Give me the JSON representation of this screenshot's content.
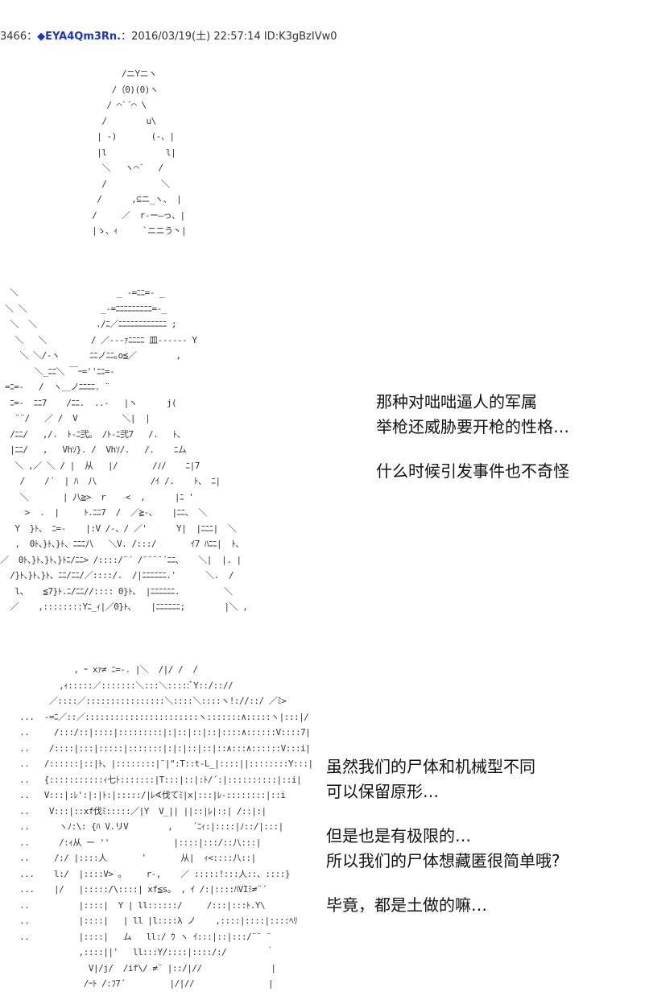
{
  "post": {
    "number": "3466",
    "separator": "：",
    "name_symbol": "◆",
    "name": "EYA4Qm3Rn.",
    "date_label": "：2016/03/19(土) 22:57:14 ID:K3gBzIVw0"
  },
  "art": {
    "figure_1": "       /ニYニヽ\n     /（0)(0)ヽ\n    / ⌒`´⌒ \\\n   /        u\\\n  | -)       (-、|\n  |l            l|\n   ＼   ヽ⌒´   /\n   /           ＼\n  /      ,⊆ニ_ヽ、 |\n /     ／  r‐ー―っ、|\n |ゝ、ｨ     `ニニう丶|",
    "figure_2": "  ＼                    _ -=ﾆﾆ=- _\n ＼ ＼               _-=ﾆﾆﾆﾆﾆﾆﾆﾆﾆ=-_\n  ＼  ＼            ./ﾆ／ﾆﾆﾆﾆﾆﾆﾆﾆﾆﾆﾆﾆ ;\n   ＼   ＼         / ／---ｧﾆﾆﾆﾆ 皿------ Y\n    ＼ ＼/-ヽ      ﾆﾆノﾆﾆ｡o≦／        ,\n       ＼_ﾆﾆ＼ ￣ｰ=''ﾆﾆ=-\n =ﾆ=-   /  ヽ＿ノﾆﾆﾆﾆ. ¨\n  ﾆ=-  ﾆﾆ7    /ﾆﾆ.  ..-   |ヽ      j(\n   ¨¨/   ／ /  V         ＼|  |\n  /ﾆﾆ/   ,/.  ﾄ-ﾆ弐。 /ﾄ-ﾆ弐7   /.   ﾄ、\n  |ﾆﾆ/   ,   Vhｿ}. /  Vhｿ/.   /.    ﾆム\n   ＼ ,／ ＼ / |  从   |/       /ﾉ/    ﾆ|7\n    /    /´  | ﾊ  八           /ｲ /.    ﾄ、 ﾆ|\n    ＼       | 八≧>  r    <  ,      |ﾆ '\n     >  .  |     ﾄ.ﾆﾆ7  /  ／≧-、   |ﾆﾆ、 ＼\n   Y  }ﾄ、 ﾆ=-    |:V /-、/ ／'      Y|  |ﾆﾆﾆ|  ＼\n   ,  0ﾄ、}ﾄ、}ﾄ、ﾆﾆﾆ八   ＼V. /:::/       ｲ7 ﾊﾆﾆ|  ﾄ、\n／  0ﾄ、}ﾄ、}ﾄ、}ﾄﾆ/ﾆﾆ> /::::/¨´ /¨¨¨¨´ﾆﾆ、   ＼|  |. |\n  /}ﾄ、}ﾄ、}ﾄ、ﾆﾆ/ﾆﾆ/／::::/.  /|ﾆﾆﾆﾆﾆﾆ.'      ＼.  /\n   l、   ≦7}ﾄ.ﾆ/ﾆﾆ//:::: 0}ﾄ、 |ﾆﾆﾆﾆﾆﾆ.         ＼\n  ／    ,::::::::Yﾆ_ｨ|／0}ﾄ、   |ﾆﾆﾆﾆﾆﾆ;        |＼ ,",
    "figure_3": "            , ｰ xｧ≠ ﾆ=-. |＼  /|/ /  /\n         ,ｨ:::::／:::::::＼:::＼:::::ﾞY::/:://\n       ／::::／::::::::::::::::＼::::＼::::ヽ!://::/ ／ﾐ>\n ...  -=ﾆ／::／:::::::::::::::::::::::ヽ:::::::∧:::::ヽ|:::|/\n ..     /:::/::|::::|:::::::::|:|::|::|::|::::∧::::::V::::7|\n ..    /::::|:::|:::::|:::::::|:|:|::|::|::∧:::∧::::::V:::i|\n ..   /::::::|::|ﾄ、|::::::::|¨|\":T::t-L_|::::||::::::::Y:::|\n ..   {:::::::::::ｨ七ﾄ:::::::|T:::|::|:ﾄ/´:|::::::::::|::i|\n ..   V:::|:ﾚ':|:|ﾄ:|:::::/|ﾚ∢伐てﾐ|x|:::|ﾚ-::::::::|::i\n ..    V:::|::xf伐ﾐ:::::／|Y  V_|| ||::|ﾚ|::| /::|:|\n ..      ヽﾉ:\\: {ﾊ V.リV        ,    ´ﾆｨ:|::::|ﾉ::/|:::|\n ..      /:ｨ从 ー ''             |::::|:::/::八:::|\n ..     /:/ |::::人       '       从|  ｨ<::::八::|\n ...    l:/  |::::V> 。    r-,    ／ :::::!:::人::、::::}\n ...    |/   |:::::/\\::::| xf≦s。 , ｲ /:|::::ﾊVIﾐ≠¨´\n ..          |::::|  Y | ll::::::/     /:::|:::ﾄ.Y\\\n ..          |::::|   | ll |l::::λ ノ    ,::::|::::|::::ﾍﾘ\n ..          |::::|   ム   ll:/ ｳ ヽ ｲ:::|::|:::/¨¨ ¨\n             ,::::||'   ll:::Y/::::|::::/:/        ｀\n               V|/j/  /if\\/ ≠¨ |::/|//              |\n              /ｰﾄ /:ﾌ7´         |/|//               |"
  },
  "dialogue_1": [
    "那种对咄咄逼人的军属",
    "举枪还威胁要开枪的性格…",
    "什么时候引发事件也不奇怪"
  ],
  "dialogue_2": [
    "虽然我们的尸体和机械型不同",
    "可以保留原形…",
    "但是也是有极限的…",
    "所以我们的尸体想藏匿很简单哦?",
    "毕竟，都是土做的嘛…"
  ]
}
